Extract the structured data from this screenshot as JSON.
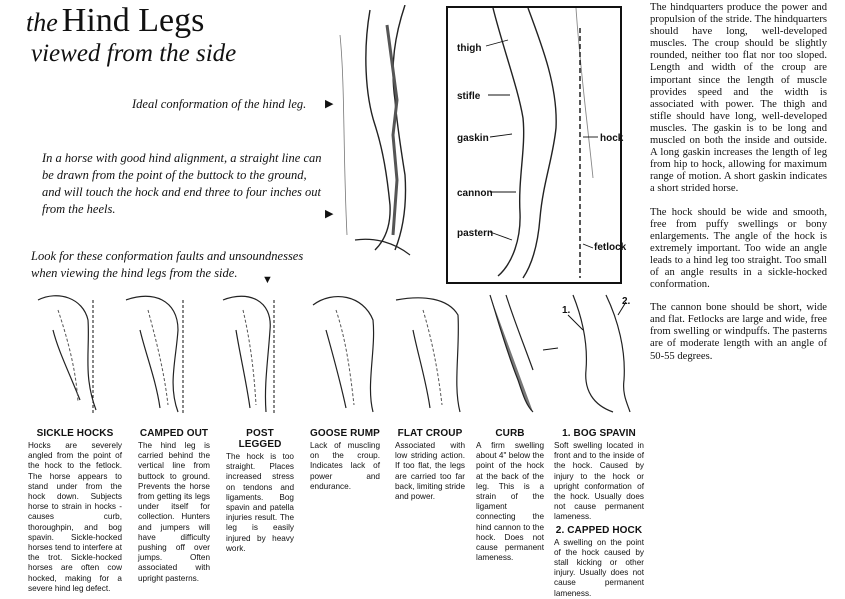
{
  "header": {
    "title_the": "the",
    "title_main": "Hind Legs",
    "subtitle": "viewed from the side"
  },
  "intro": {
    "ideal": "Ideal conformation of the hind leg.",
    "alignment": "In a horse with good hind alignment, a straight line can be drawn from the point of the buttock to the ground, and will touch the hock and end three to four inches out from the heels.",
    "lookfor": "Look for these conformation faults and unsoundnesses when viewing the hind legs from the side."
  },
  "diagram_labels": {
    "thigh": "thigh",
    "stifle": "stifle",
    "gaskin": "gaskin",
    "cannon": "cannon",
    "pastern": "pastern",
    "hock": "hock",
    "fetlock": "fetlock"
  },
  "markers": {
    "one": "1.",
    "two": "2."
  },
  "right_column": {
    "p1": "The hindquarters produce the power and propulsion of the stride. The hindquarters should have long, well-developed muscles. The croup should be slightly rounded, neither too flat nor too sloped. Length and width of the croup are important since the length of muscle provides speed and the width is associated with power. The thigh and stifle should have long, well-developed muscles. The gaskin is to be long and muscled on both the inside and outside. A long gaskin increases the length of leg from hip to hock, allowing for maximum range of motion. A short gaskin indicates a short strided horse.",
    "p2": "The hock should be wide and smooth, free from puffy swellings or bony enlargements. The angle of the hock is extremely important. Too wide an angle leads to a hind leg too straight. Too small of an angle results in a sickle-hocked conformation.",
    "p3": "The cannon bone should be short, wide and flat. Fetlocks are large and wide, free from swelling or windpuffs. The pasterns are of moderate length with an angle of 50-55 degrees."
  },
  "faults": [
    {
      "title": "SICKLE HOCKS",
      "desc": "Hocks are severely angled from the point of the hock to the fetlock. The horse appears to stand under from the hock down. Subjects horse to strain in hocks - causes curb, thoroughpin, and bog spavin. Sickle-hocked horses tend to interfere at the trot. Sickle-hocked horses are often cow hocked, making for a severe hind leg defect."
    },
    {
      "title": "CAMPED OUT",
      "desc": "The hind leg is carried behind the vertical line from buttock to ground. Prevents the horse from getting its legs under itself for collection. Hunters and jumpers will have difficulty pushing off over jumps. Often associated with upright pasterns."
    },
    {
      "title": "POST LEGGED",
      "desc": "The hock is too straight. Places increased stress on tendons and ligaments. Bog spavin and patella injuries result. The leg is easily injured by heavy work."
    },
    {
      "title": "GOOSE RUMP",
      "desc": "Lack of muscling on the croup. Indicates lack of power and endurance."
    },
    {
      "title": "FLAT CROUP",
      "desc": "Associated with low striding action. If too flat, the legs are carried too far back, limiting stride and power."
    },
    {
      "title": "CURB",
      "desc": "A firm swelling about 4\" below the point of the hock at the back of the leg. This is a strain of the ligament connecting the hind cannon to the hock. Does not cause permanent lameness."
    },
    {
      "title": "1. BOG SPAVIN",
      "desc": "Soft swelling located in front and to the inside of the hock. Caused by injury to the hock or upright conformation of the hock. Usually does not cause permanent lameness."
    },
    {
      "title": "2. CAPPED HOCK",
      "desc": "A swelling on the point of the hock caused by stall kicking or other injury. Usually does not cause permanent lameness."
    }
  ]
}
